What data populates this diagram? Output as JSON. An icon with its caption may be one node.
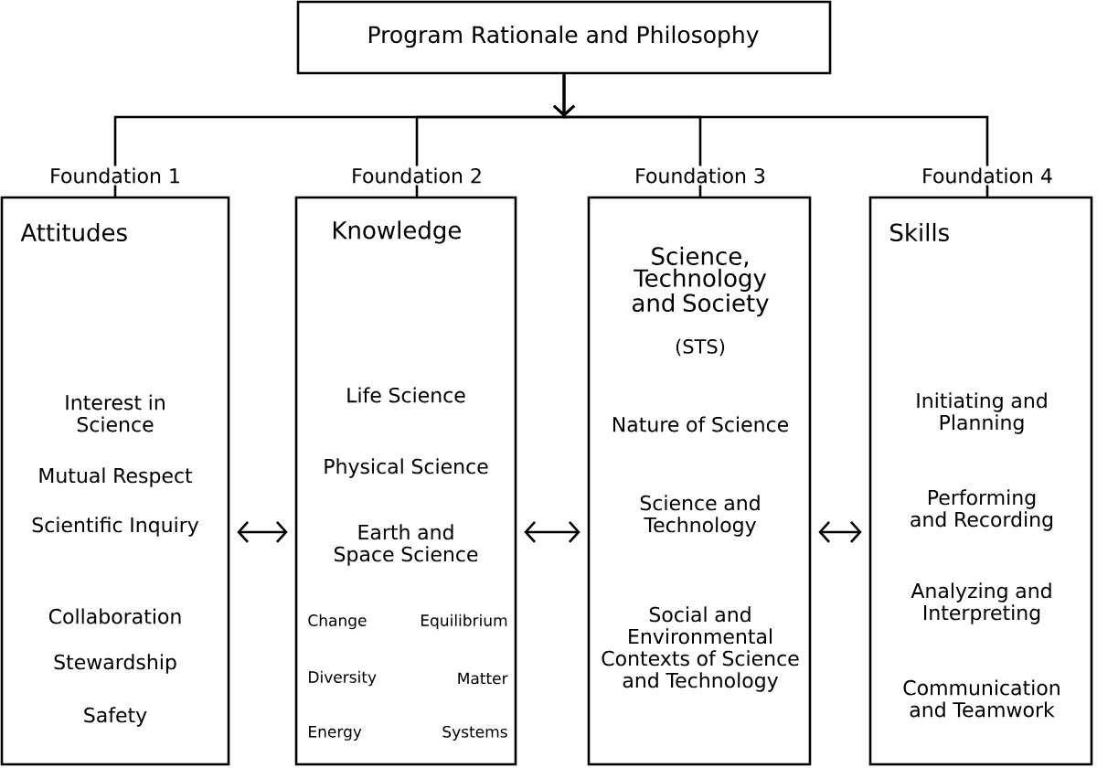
{
  "diagram": {
    "nodes": [
      {
        "text": [
          "Program Rationale and Philosophy"
        ]
      },
      {
        "text": [
          "Attitudes",
          "Interest in Science",
          "Mutual Respect",
          "Scientific Inquiry",
          "Collaboration",
          "Stewardship",
          "Safety"
        ],
        "beside": [
          "Foundation 1"
        ]
      },
      {
        "text": [
          "Knowledge",
          "Life Science",
          "Physical Science",
          "Earth and Space Science",
          "Change",
          "Equilibrium",
          "Diversity",
          "Matter",
          "Energy",
          "Systems"
        ],
        "beside": [
          "Foundation 2"
        ]
      },
      {
        "text": [
          "Science, Technology and Society",
          "(STS)",
          "Nature of Science",
          "Science and Technology",
          "Social and Environmental Contexts of Science and Technology"
        ],
        "beside": [
          "Foundation 3"
        ]
      },
      {
        "text": [
          "Skills",
          "Initiating and Planning",
          "Performing and Recording",
          "Analyzing and Interpreting",
          "Communication and Teamwork"
        ],
        "beside": [
          "Foundation 4"
        ]
      }
    ],
    "edges": [
      {
        "from": 0,
        "to": 1,
        "arrow": "to"
      },
      {
        "from": 0,
        "to": 2,
        "arrow": "to"
      },
      {
        "from": 0,
        "to": 3,
        "arrow": "to"
      },
      {
        "from": 0,
        "to": 4,
        "arrow": "to"
      },
      {
        "from": 1,
        "to": 2,
        "arrow": "both"
      },
      {
        "from": 2,
        "to": 3,
        "arrow": "both"
      },
      {
        "from": 3,
        "to": 4,
        "arrow": "both"
      }
    ]
  }
}
